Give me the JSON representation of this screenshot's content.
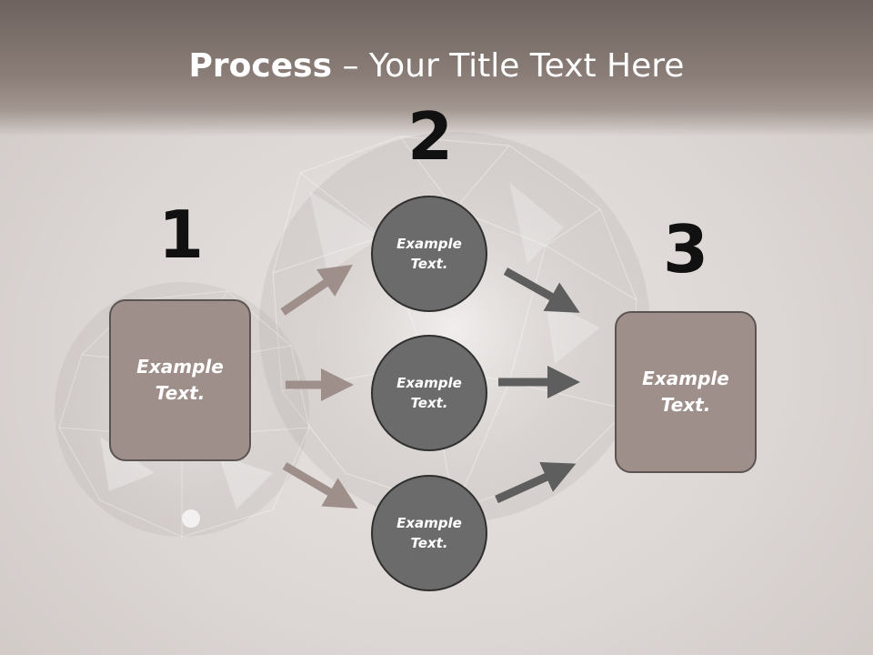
{
  "title": {
    "bold": "Process",
    "rest": " – Your Title Text Here"
  },
  "steps": [
    {
      "number": "1",
      "label": "Example\nText."
    },
    {
      "number": "2",
      "items": [
        "Example\nText.",
        "Example\nText.",
        "Example\nText."
      ]
    },
    {
      "number": "3",
      "label": "Example\nText."
    }
  ],
  "colors": {
    "box_fill": "#9e8f8a",
    "circle_fill": "#6b6b6b",
    "arrow_light": "#9e8f8a",
    "arrow_dark": "#5e5e5e",
    "header": "#7a6e69"
  }
}
